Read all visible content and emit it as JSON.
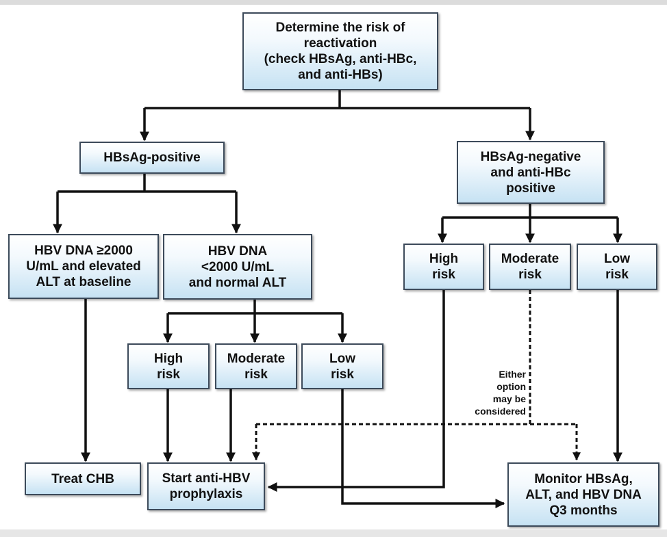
{
  "boxes": {
    "determine": "Determine the risk of\nreactivation\n(check HBsAg, anti-HBc,\nand anti-HBs)",
    "hbsag_positive": "HBsAg-positive",
    "hbsag_negative": "HBsAg-negative\nand anti-HBc\npositive",
    "dna_high": "HBV DNA ≥2000\nU/mL and elevated\nALT at baseline",
    "dna_low": "HBV DNA\n<2000 U/mL\nand normal ALT",
    "left_high_risk": "High\nrisk",
    "left_moderate_risk": "Moderate\nrisk",
    "left_low_risk": "Low\nrisk",
    "right_high_risk": "High\nrisk",
    "right_moderate_risk": "Moderate\nrisk",
    "right_low_risk": "Low\nrisk",
    "treat_chb": "Treat CHB",
    "start_prophylaxis": "Start anti-HBV\nprophylaxis",
    "monitor": "Monitor HBsAg,\nALT, and HBV DNA\nQ3 months"
  },
  "annotation": "Either\noption\nmay be\nconsidered",
  "colors": {
    "box_border": "#3c4a5a",
    "box_fill_top": "#ffffff",
    "box_fill_bottom": "#c6e2f3",
    "arrow": "#111111"
  }
}
